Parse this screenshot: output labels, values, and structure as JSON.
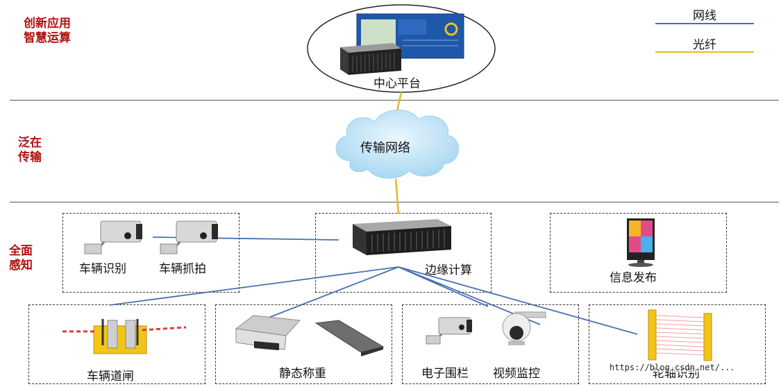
{
  "layers": {
    "top": "创新应用\n智慧运算",
    "middle": "泛在\n传输",
    "bottom": "全面\n感知"
  },
  "legend": {
    "network_cable": {
      "label": "网线",
      "color": "#4a6fb0"
    },
    "fiber": {
      "label": "光纤",
      "color": "#e8b820"
    }
  },
  "nodes": {
    "center_platform": "中心平台",
    "transport_network": "传输网络",
    "edge_computing": "边缘计算",
    "vehicle_recognition": "车辆识别",
    "vehicle_capture": "车辆抓拍",
    "info_publish": "信息发布",
    "vehicle_gate": "车辆道闸",
    "static_weighing": "静态称重",
    "electronic_fence": "电子围栏",
    "video_monitoring": "视频监控",
    "axle_recognition": "轮轴识别"
  },
  "watermark": "https://blog.csdn.net/..."
}
